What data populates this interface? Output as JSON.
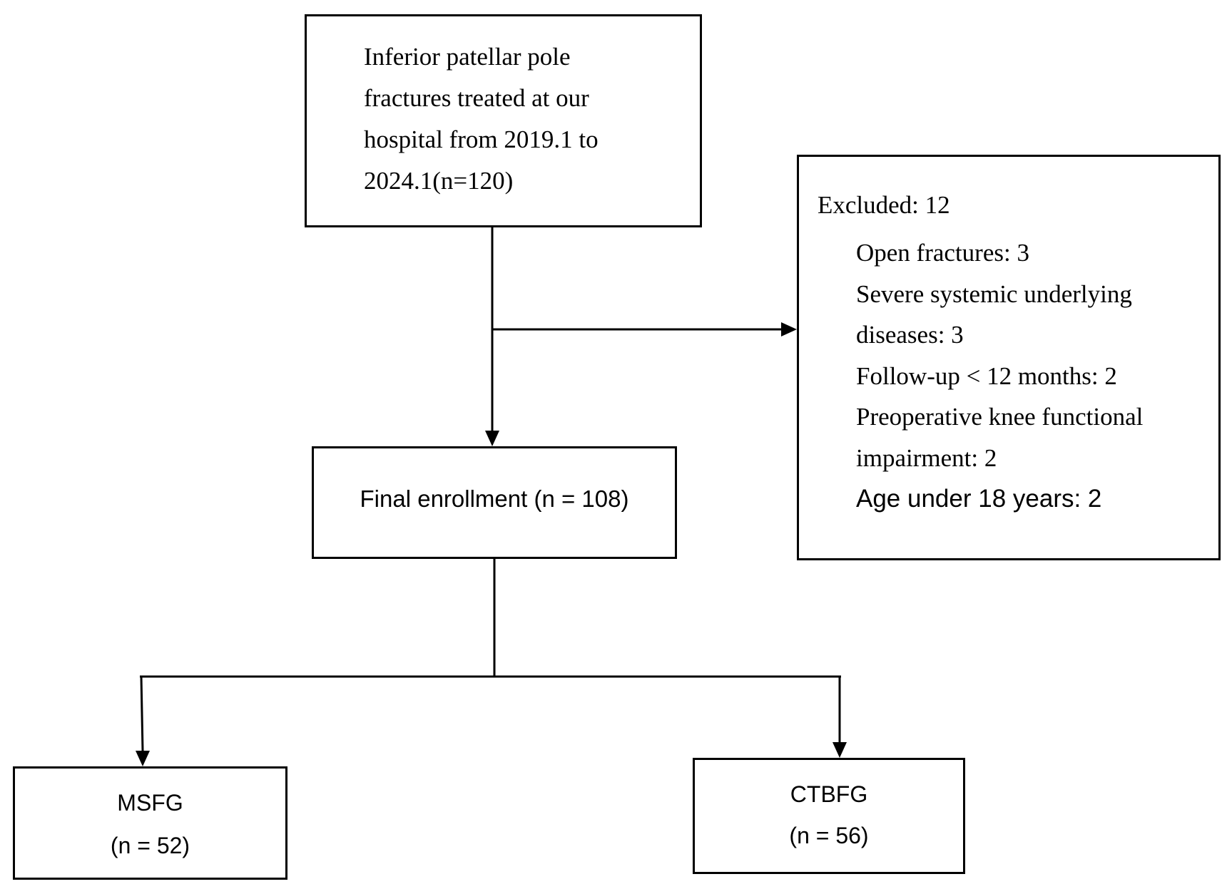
{
  "source_box": {
    "lines": [
      "Inferior patellar pole",
      "fractures treated at our",
      "hospital from 2019.1 to",
      "2024.1(n=120)"
    ]
  },
  "excluded_box": {
    "header": "Excluded: 12",
    "items": [
      "Open fractures: 3",
      "Severe systemic underlying",
      "diseases: 3",
      "Follow-up < 12 months: 2",
      "Preoperative knee functional",
      "impairment: 2",
      "Age under 18 years: 2"
    ]
  },
  "final_box": {
    "label": "Final enrollment (n = 108)"
  },
  "groups": [
    {
      "name": "MSFG",
      "count": "(n = 52)"
    },
    {
      "name": "CTBFG",
      "count": "(n = 56)"
    }
  ],
  "colors": {
    "line": "#000000",
    "background": "#ffffff"
  }
}
